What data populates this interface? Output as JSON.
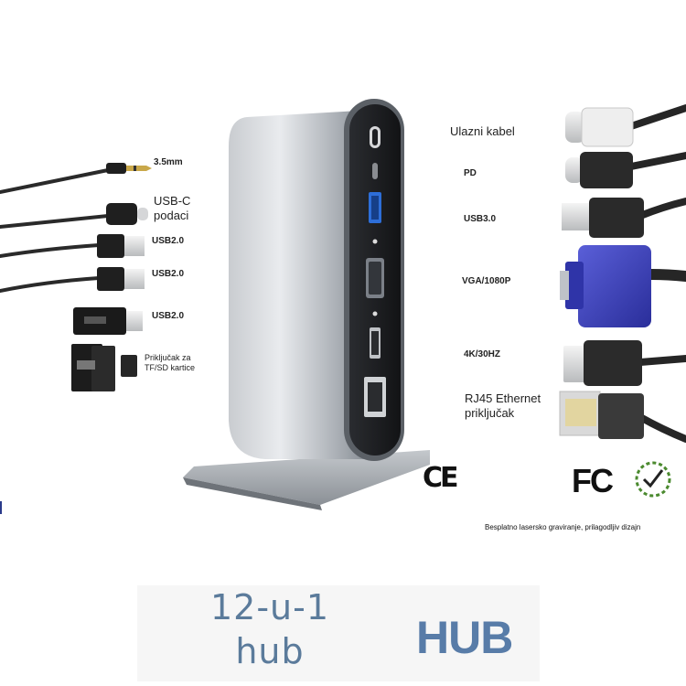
{
  "left_labels": {
    "audio": "3.5mm",
    "usbc_data": "USB-C\npodaci",
    "usb2_a": "USB2.0",
    "usb2_b": "USB2.0",
    "usb2_c": "USB2.0",
    "card_reader": "Priključak za\nTF/SD kartice"
  },
  "right_labels": {
    "input_cable": "Ulazni kabel",
    "pd": "PD",
    "usb3": "USB3.0",
    "vga": "VGA/1080P",
    "hdmi": "4K/30HZ",
    "ethernet": "RJ45 Ethernet\npriključak"
  },
  "certifications": {
    "ce": "CE",
    "fc": "FC"
  },
  "note": "Besplatno lasersko graviranje, prilagodljiv dizajn",
  "title": {
    "line1": "12-u-1",
    "line2": "hub",
    "brand": "HUB"
  },
  "colors": {
    "title_text": "#5b7b9b",
    "brand_text": "#587ca8",
    "vga_blue": "#3a3fb8",
    "hub_body": "#9aa0a6"
  }
}
